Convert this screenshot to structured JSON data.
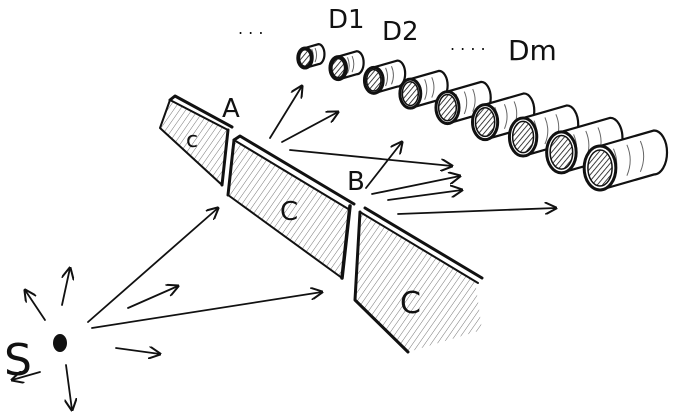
{
  "diagram": {
    "labels": {
      "source": "S",
      "slit_a": "A",
      "slit_b": "B",
      "screen_left": "c",
      "screen_mid": "C",
      "screen_right": "C",
      "detector_first": "D1",
      "detector_second": "D2",
      "detector_last": "Dm",
      "ellipsis_left": ". . .",
      "ellipsis_right": ". . . ."
    },
    "ink_color": "#111111",
    "hatch_color": "#555555",
    "detector_count": 9
  }
}
